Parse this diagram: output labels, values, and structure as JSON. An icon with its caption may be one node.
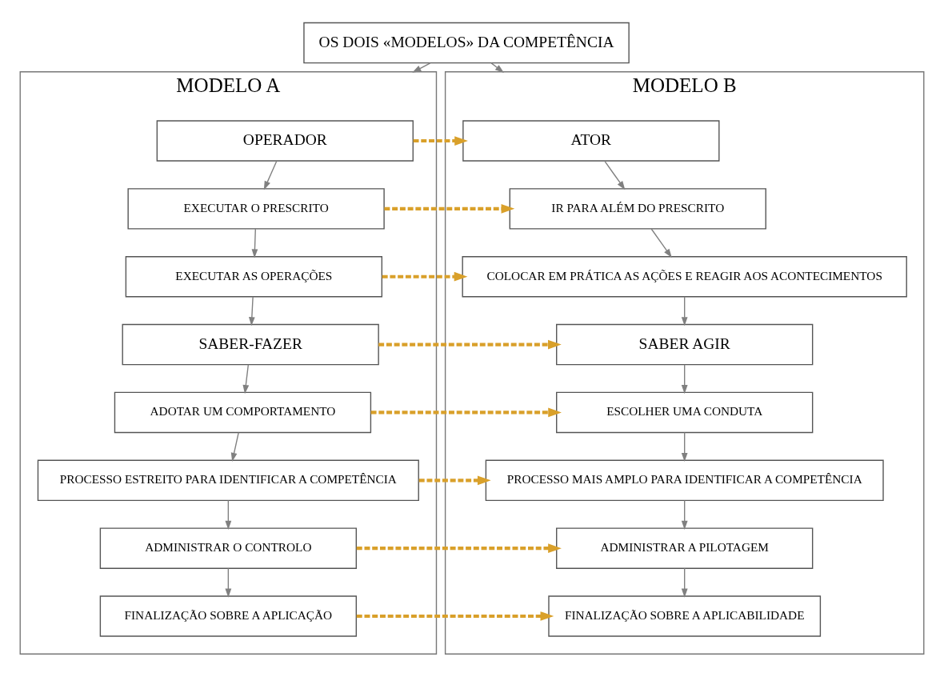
{
  "diagram": {
    "nodes": [
      {
        "text": [
          "OS DOIS «MODELOS» DA COMPETÊNCIA"
        ]
      },
      {
        "text": [
          "MODELO A"
        ]
      },
      {
        "text": [
          "OPERADOR"
        ],
        "in": 1
      },
      {
        "text": [
          "EXECUTAR O PRESCRITO"
        ],
        "in": 1
      },
      {
        "text": [
          "EXECUTAR AS OPERAÇÕES"
        ],
        "in": 1
      },
      {
        "text": [
          "SABER-FAZER"
        ],
        "in": 1
      },
      {
        "text": [
          "ADOTAR UM COMPORTAMENTO"
        ],
        "in": 1
      },
      {
        "text": [
          "PROCESSO ESTREITO PARA IDENTIFICAR A COMPETÊNCIA"
        ],
        "in": 1
      },
      {
        "text": [
          "ADMINISTRAR O CONTROLO"
        ],
        "in": 1
      },
      {
        "text": [
          "FINALIZAÇÃO SOBRE A APLICAÇÃO"
        ],
        "in": 1
      },
      {
        "text": [
          "MODELO B"
        ]
      },
      {
        "text": [
          "ATOR"
        ],
        "in": 10
      },
      {
        "text": [
          "IR PARA ALÉM DO PRESCRITO"
        ],
        "in": 10
      },
      {
        "text": [
          "COLOCAR EM PRÁTICA AS AÇÕES E REAGIR AOS ACONTECIMENTOS"
        ],
        "in": 10
      },
      {
        "text": [
          "SABER AGIR"
        ],
        "in": 10
      },
      {
        "text": [
          "ESCOLHER UMA CONDUTA"
        ],
        "in": 10
      },
      {
        "text": [
          "PROCESSO MAIS AMPLO PARA IDENTIFICAR A COMPETÊNCIA"
        ],
        "in": 10
      },
      {
        "text": [
          "ADMINISTRAR A PILOTAGEM"
        ],
        "in": 10
      },
      {
        "text": [
          "FINALIZAÇÃO SOBRE A APLICABILIDADE"
        ],
        "in": 10
      }
    ],
    "edges": [
      {
        "from": 0,
        "to": 1,
        "arrow": "to"
      },
      {
        "from": 0,
        "to": 10,
        "arrow": "to"
      },
      {
        "from": 2,
        "to": 3,
        "arrow": "to"
      },
      {
        "from": 3,
        "to": 4,
        "arrow": "to"
      },
      {
        "from": 4,
        "to": 5,
        "arrow": "to"
      },
      {
        "from": 5,
        "to": 6,
        "arrow": "to"
      },
      {
        "from": 6,
        "to": 7,
        "arrow": "to"
      },
      {
        "from": 7,
        "to": 8,
        "arrow": "to"
      },
      {
        "from": 8,
        "to": 9,
        "arrow": "to"
      },
      {
        "from": 11,
        "to": 12,
        "arrow": "to"
      },
      {
        "from": 12,
        "to": 13,
        "arrow": "to"
      },
      {
        "from": 13,
        "to": 14,
        "arrow": "to"
      },
      {
        "from": 14,
        "to": 15,
        "arrow": "to"
      },
      {
        "from": 15,
        "to": 16,
        "arrow": "to"
      },
      {
        "from": 16,
        "to": 17,
        "arrow": "to"
      },
      {
        "from": 17,
        "to": 18,
        "arrow": "to"
      },
      {
        "from": 2,
        "to": 11,
        "arrow": "to",
        "style": "dashed",
        "color": "#d9a02a"
      },
      {
        "from": 3,
        "to": 12,
        "arrow": "to",
        "style": "dashed",
        "color": "#d9a02a"
      },
      {
        "from": 4,
        "to": 13,
        "arrow": "to",
        "style": "dashed",
        "color": "#d9a02a"
      },
      {
        "from": 5,
        "to": 14,
        "arrow": "to",
        "style": "dashed",
        "color": "#d9a02a"
      },
      {
        "from": 6,
        "to": 15,
        "arrow": "to",
        "style": "dashed",
        "color": "#d9a02a"
      },
      {
        "from": 7,
        "to": 16,
        "arrow": "to",
        "style": "dashed",
        "color": "#d9a02a"
      },
      {
        "from": 8,
        "to": 17,
        "arrow": "to",
        "style": "dashed",
        "color": "#d9a02a"
      },
      {
        "from": 9,
        "to": 18,
        "arrow": "to",
        "style": "dashed",
        "color": "#d9a02a"
      }
    ]
  }
}
